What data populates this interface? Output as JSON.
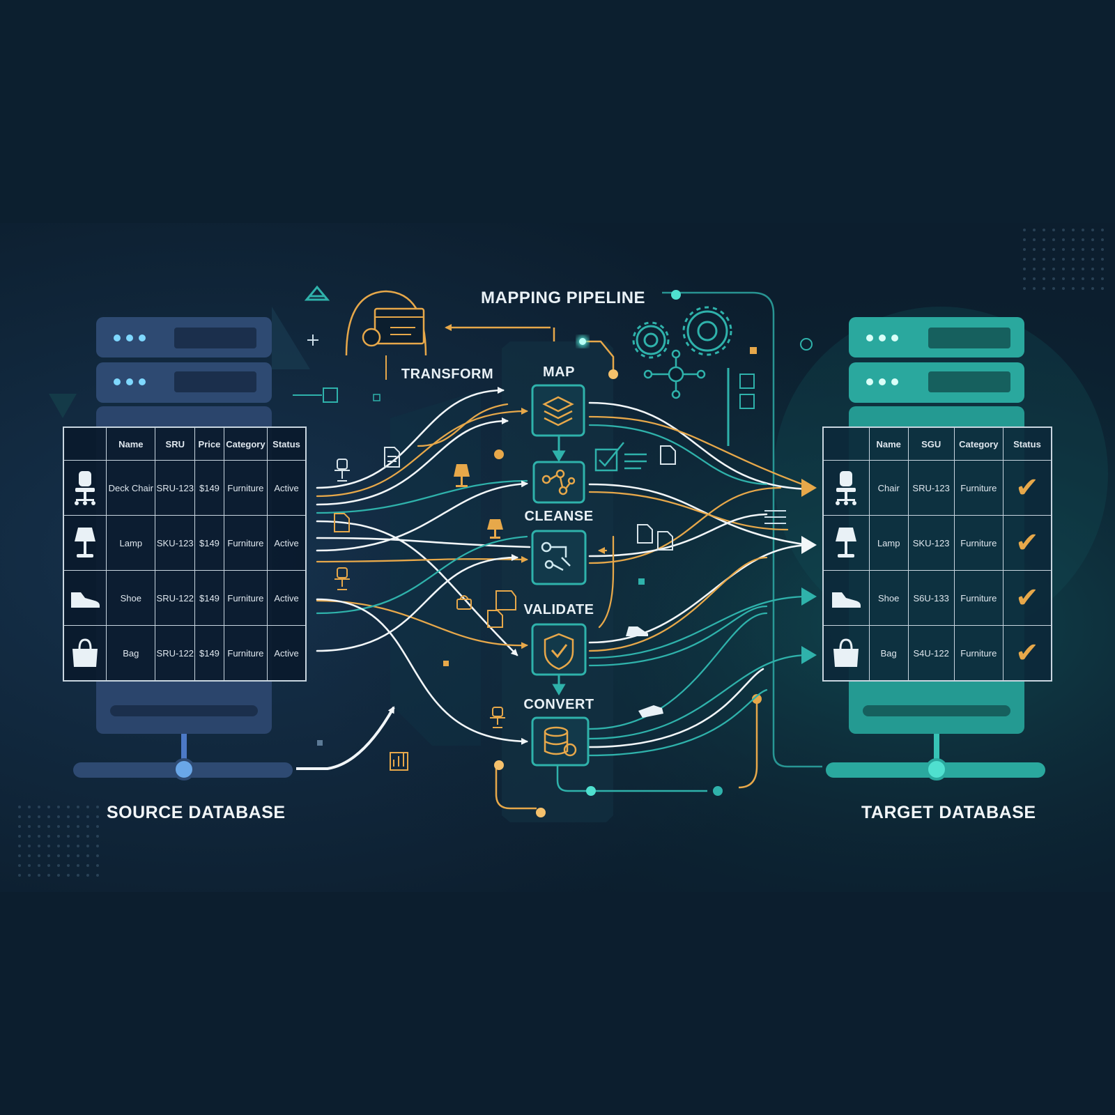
{
  "title": "MAPPING PIPELINE",
  "stages": [
    {
      "label": "TRANSFORM"
    },
    {
      "label": "MAP"
    },
    {
      "label": "CLEANSE"
    },
    {
      "label": "VALIDATE"
    },
    {
      "label": "CONVERT"
    }
  ],
  "source": {
    "label": "SOURCE DATABASE",
    "columns": [
      "Name",
      "SRU",
      "Price",
      "Category",
      "Status"
    ],
    "rows": [
      {
        "icon": "chair-icon",
        "name": "Deck Chair",
        "sku": "SRU-123",
        "price": "$149",
        "category": "Furniture",
        "status": "Active"
      },
      {
        "icon": "lamp-icon",
        "name": "Lamp",
        "sku": "SKU-123",
        "price": "$149",
        "category": "Furniture",
        "status": "Active"
      },
      {
        "icon": "shoe-icon",
        "name": "Shoe",
        "sku": "SRU-122",
        "price": "$149",
        "category": "Furniture",
        "status": "Active"
      },
      {
        "icon": "bag-icon",
        "name": "Bag",
        "sku": "SRU-122",
        "price": "$149",
        "category": "Furniture",
        "status": "Active"
      }
    ]
  },
  "target": {
    "label": "TARGET DATABASE",
    "columns": [
      "Name",
      "SGU",
      "Category",
      "Status"
    ],
    "rows": [
      {
        "icon": "chair-icon",
        "name": "Chair",
        "sku": "SRU-123",
        "category": "Furniture",
        "status": "check"
      },
      {
        "icon": "lamp-icon",
        "name": "Lamp",
        "sku": "SKU-123",
        "category": "Furniture",
        "status": "check"
      },
      {
        "icon": "shoe-icon",
        "name": "Shoe",
        "sku": "S6U-133",
        "category": "Furniture",
        "status": "check"
      },
      {
        "icon": "bag-icon",
        "name": "Bag",
        "sku": "S4U-122",
        "category": "Furniture",
        "status": "check"
      }
    ]
  },
  "colors": {
    "background": "#0c1e2e",
    "accent_orange": "#e7a84a",
    "accent_teal": "#2fb2ab",
    "source_server": "#2e4a72",
    "target_server": "#2aa89e",
    "flow_white": "#f2f6f8"
  }
}
